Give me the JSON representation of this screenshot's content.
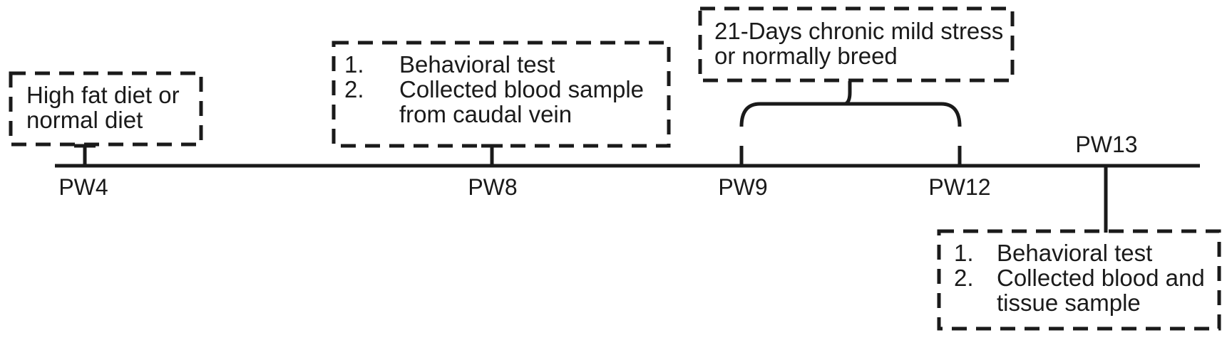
{
  "colors": {
    "ink": "#1a1a1a",
    "background": "#ffffff"
  },
  "boxes": {
    "diet": {
      "line1": "High fat diet or",
      "line2": "normal diet"
    },
    "pw8_events": {
      "item1_num": "1.",
      "item1_text": "Behavioral test",
      "item2_num": "2.",
      "item2_text": "Collected blood sample from caudal vein"
    },
    "cms": {
      "line1": "21-Days chronic mild stress",
      "line2": "or normally breed"
    },
    "pw13_events": {
      "item1_num": "1.",
      "item1_text": "Behavioral test",
      "item2_num": "2.",
      "item2_text": "Collected blood and tissue sample"
    }
  },
  "timeline": {
    "pw4": "PW4",
    "pw8": "PW8",
    "pw9": "PW9",
    "pw12": "PW12",
    "pw13": "PW13"
  }
}
